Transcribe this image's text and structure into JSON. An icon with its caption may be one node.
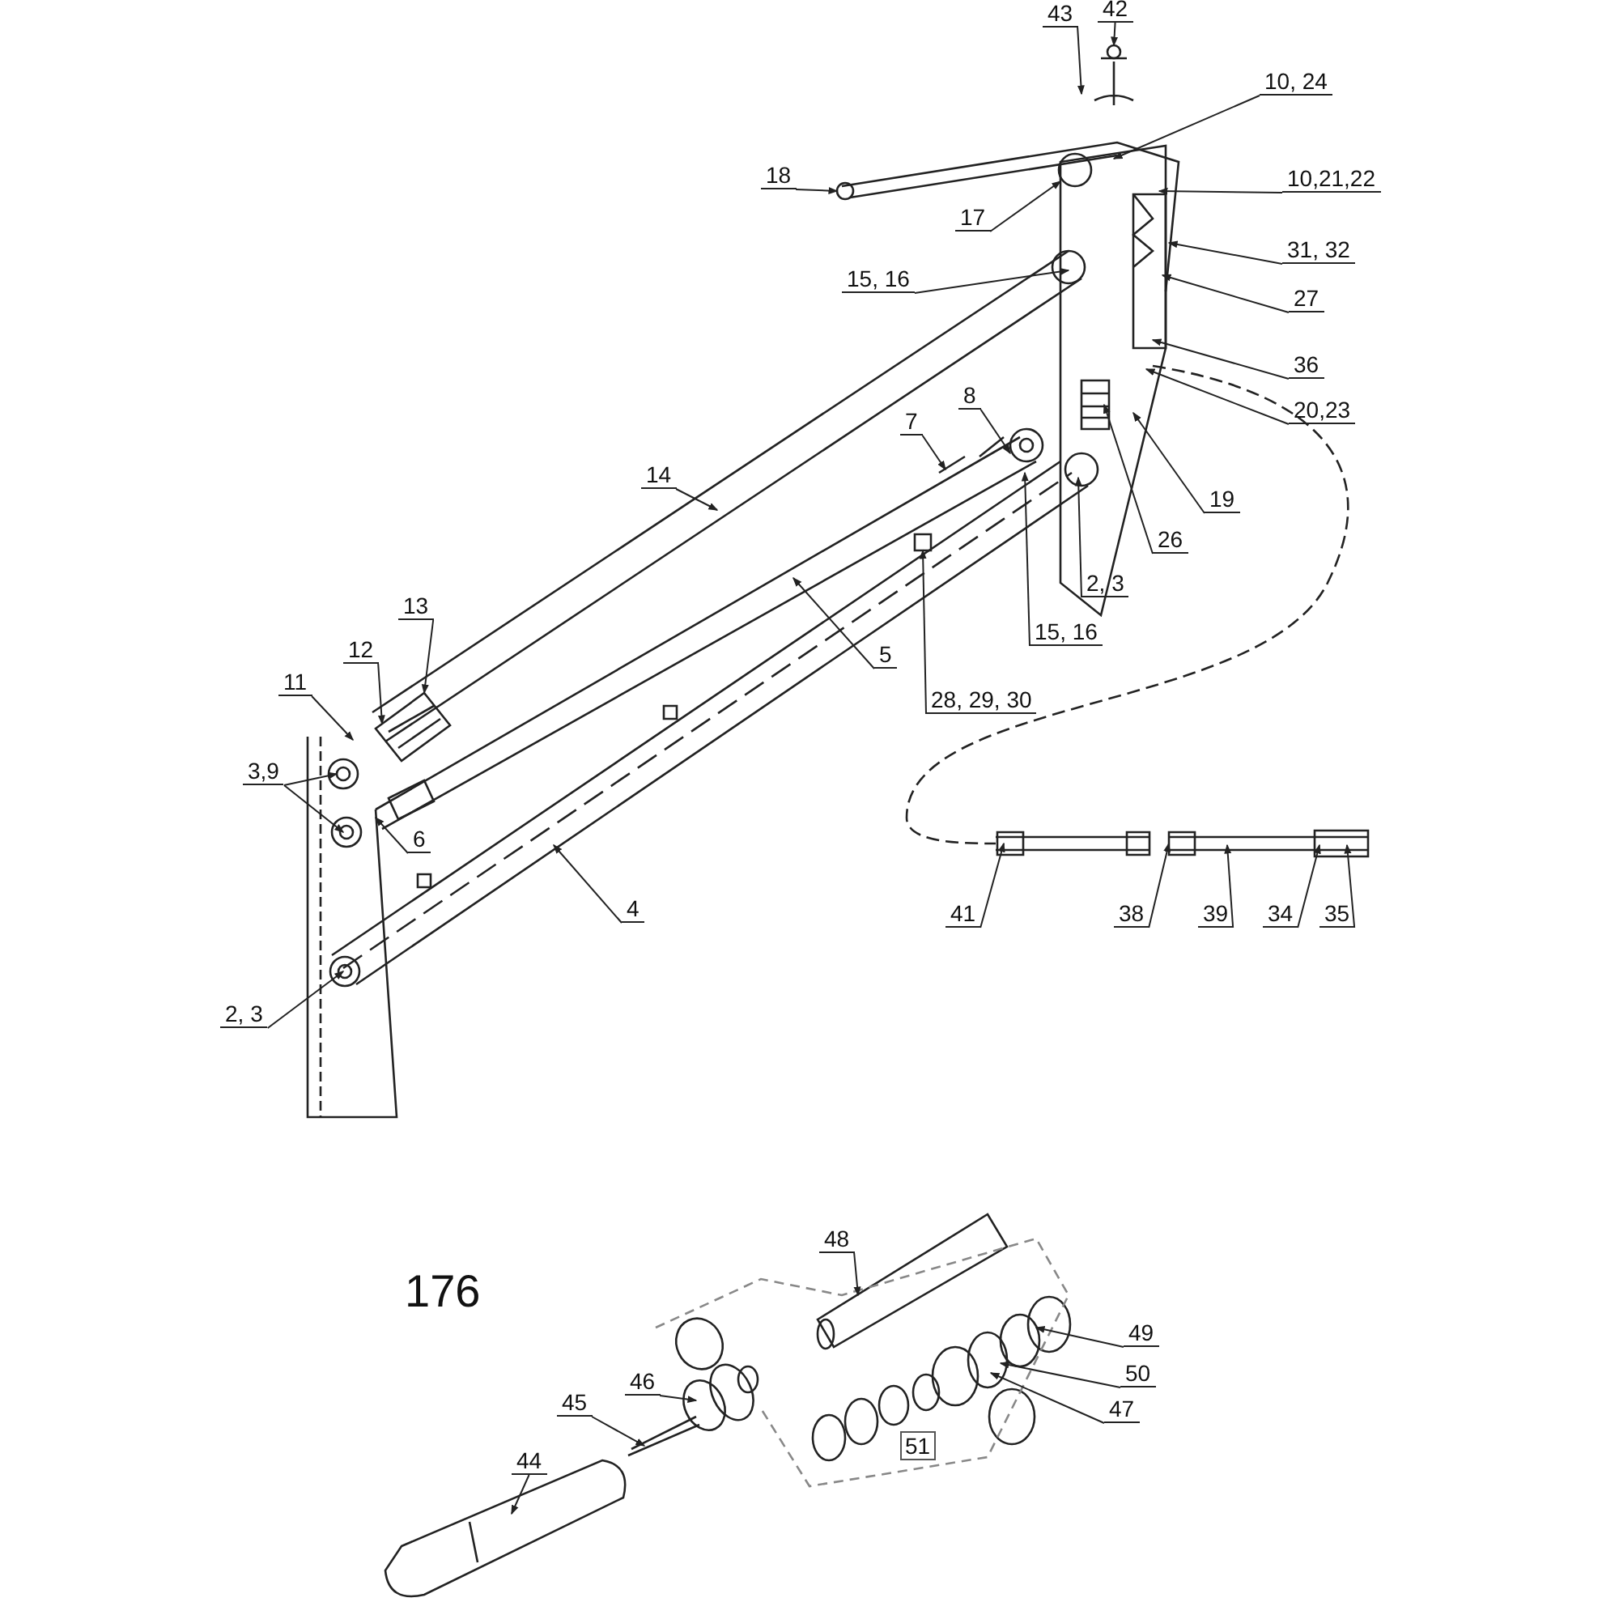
{
  "diagram": {
    "nodes": [
      {
        "text": [
          "43"
        ]
      },
      {
        "text": [
          "42"
        ]
      },
      {
        "text": [
          "10, 24"
        ]
      },
      {
        "text": [
          "18"
        ]
      },
      {
        "text": [
          "10,21,22"
        ]
      },
      {
        "text": [
          "17"
        ]
      },
      {
        "text": [
          "31, 32"
        ]
      },
      {
        "text": [
          "15, 16"
        ]
      },
      {
        "text": [
          "27"
        ]
      },
      {
        "text": [
          "36"
        ]
      },
      {
        "text": [
          "20,23"
        ]
      },
      {
        "text": [
          "7"
        ]
      },
      {
        "text": [
          "8"
        ]
      },
      {
        "text": [
          "14"
        ]
      },
      {
        "text": [
          "19"
        ]
      },
      {
        "text": [
          "26"
        ]
      },
      {
        "text": [
          "2, 3"
        ]
      },
      {
        "text": [
          "15, 16"
        ]
      },
      {
        "text": [
          "5"
        ]
      },
      {
        "text": [
          "28, 29, 30"
        ]
      },
      {
        "text": [
          "13"
        ]
      },
      {
        "text": [
          "12"
        ]
      },
      {
        "text": [
          "11"
        ]
      },
      {
        "text": [
          "3,9"
        ]
      },
      {
        "text": [
          "6"
        ]
      },
      {
        "text": [
          "4"
        ]
      },
      {
        "text": [
          "41"
        ]
      },
      {
        "text": [
          "38"
        ]
      },
      {
        "text": [
          "39"
        ]
      },
      {
        "text": [
          "34"
        ]
      },
      {
        "text": [
          "35"
        ]
      },
      {
        "text": [
          "2, 3"
        ]
      },
      {
        "text": [
          "48"
        ]
      },
      {
        "text": [
          "49"
        ]
      },
      {
        "text": [
          "46"
        ]
      },
      {
        "text": [
          "50"
        ]
      },
      {
        "text": [
          "45"
        ]
      },
      {
        "text": [
          "47"
        ]
      },
      {
        "text": [
          "51"
        ]
      },
      {
        "text": [
          "44"
        ]
      }
    ],
    "edges": [
      {
        "from": 0,
        "to": null,
        "arrow": "to"
      },
      {
        "from": 1,
        "to": null,
        "arrow": "to"
      },
      {
        "from": 2,
        "to": null,
        "arrow": "to"
      },
      {
        "from": 3,
        "to": null,
        "arrow": "to"
      },
      {
        "from": 4,
        "to": null,
        "arrow": "to"
      },
      {
        "from": 5,
        "to": null,
        "arrow": "to"
      },
      {
        "from": 6,
        "to": null,
        "arrow": "to"
      },
      {
        "from": 7,
        "to": null,
        "arrow": "to"
      },
      {
        "from": 8,
        "to": null,
        "arrow": "to"
      },
      {
        "from": 9,
        "to": null,
        "arrow": "to"
      },
      {
        "from": 10,
        "to": null,
        "arrow": "to"
      },
      {
        "from": 11,
        "to": null,
        "arrow": "to"
      },
      {
        "from": 12,
        "to": null,
        "arrow": "to"
      },
      {
        "from": 13,
        "to": null,
        "arrow": "to"
      },
      {
        "from": 14,
        "to": null,
        "arrow": "to"
      },
      {
        "from": 15,
        "to": null,
        "arrow": "to"
      },
      {
        "from": 16,
        "to": null,
        "arrow": "to"
      },
      {
        "from": 17,
        "to": null,
        "arrow": "to"
      },
      {
        "from": 18,
        "to": null,
        "arrow": "to"
      },
      {
        "from": 19,
        "to": null,
        "arrow": "to"
      },
      {
        "from": 20,
        "to": null,
        "arrow": "to"
      },
      {
        "from": 21,
        "to": null,
        "arrow": "to"
      },
      {
        "from": 22,
        "to": null,
        "arrow": "to"
      },
      {
        "from": 23,
        "to": null,
        "arrow": "to"
      },
      {
        "from": 23,
        "to": null,
        "arrow": "to"
      },
      {
        "from": 24,
        "to": null,
        "arrow": "to"
      },
      {
        "from": 25,
        "to": null,
        "arrow": "to"
      },
      {
        "from": 26,
        "to": null,
        "arrow": "to"
      },
      {
        "from": 27,
        "to": null,
        "arrow": "to"
      },
      {
        "from": 28,
        "to": null,
        "arrow": "to"
      },
      {
        "from": 29,
        "to": null,
        "arrow": "to"
      },
      {
        "from": 30,
        "to": null,
        "arrow": "to"
      },
      {
        "from": 31,
        "to": null,
        "arrow": "to"
      },
      {
        "from": 32,
        "to": null,
        "arrow": "to"
      },
      {
        "from": 33,
        "to": null,
        "arrow": "to"
      },
      {
        "from": 34,
        "to": null,
        "arrow": "to"
      },
      {
        "from": 35,
        "to": null,
        "arrow": "to"
      },
      {
        "from": 36,
        "to": null,
        "arrow": "to"
      },
      {
        "from": 37,
        "to": null,
        "arrow": "to"
      },
      {
        "from": 39,
        "to": null,
        "arrow": "to"
      }
    ],
    "labels": [
      "176"
    ]
  }
}
